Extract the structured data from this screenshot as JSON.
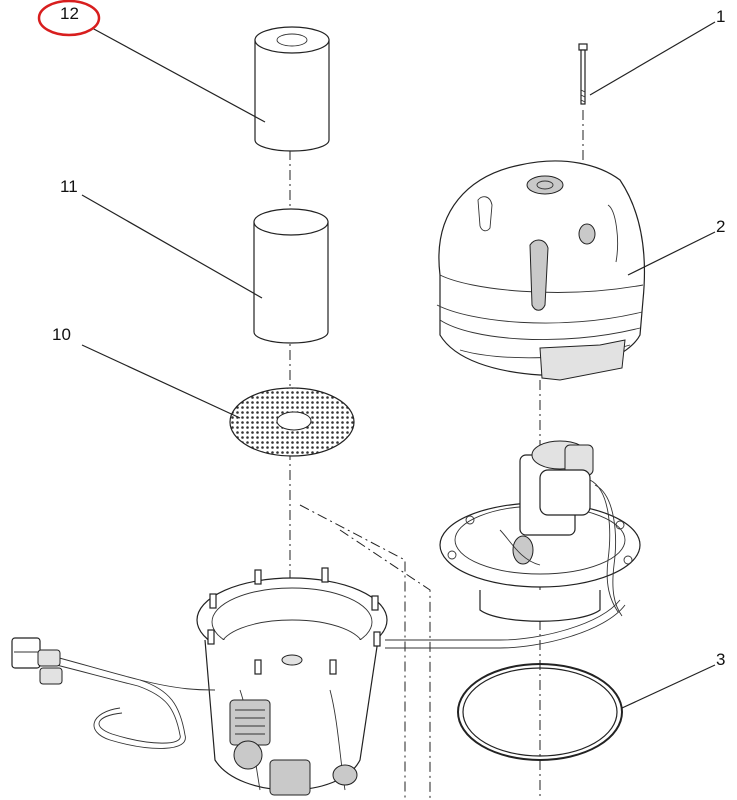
{
  "callouts": {
    "c1": "1",
    "c2": "2",
    "c3": "3",
    "c10": "10",
    "c11": "11",
    "c12": "12"
  },
  "colors": {
    "highlight_circle": "#d81e1e",
    "line": "#222222",
    "shading": "#c9c9c9"
  },
  "highlighted_callout": "12"
}
